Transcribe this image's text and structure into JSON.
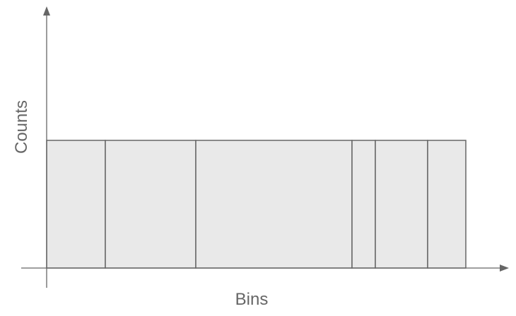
{
  "chart_data": {
    "type": "bar",
    "title": "",
    "xlabel": "Bins",
    "ylabel": "Counts",
    "bins": [
      {
        "start": 0,
        "end": 83,
        "count": 1
      },
      {
        "start": 83,
        "end": 211,
        "count": 1
      },
      {
        "start": 211,
        "end": 432,
        "count": 1
      },
      {
        "start": 432,
        "end": 465,
        "count": 1
      },
      {
        "start": 465,
        "end": 539,
        "count": 1
      },
      {
        "start": 539,
        "end": 593,
        "count": 1
      }
    ],
    "ylim": [
      0,
      2
    ],
    "grid": false,
    "tick_labels": false,
    "colors": {
      "bar_fill": "#e9e9e9",
      "bar_stroke": "#666666",
      "axis": "#666666",
      "text": "#666666"
    }
  }
}
